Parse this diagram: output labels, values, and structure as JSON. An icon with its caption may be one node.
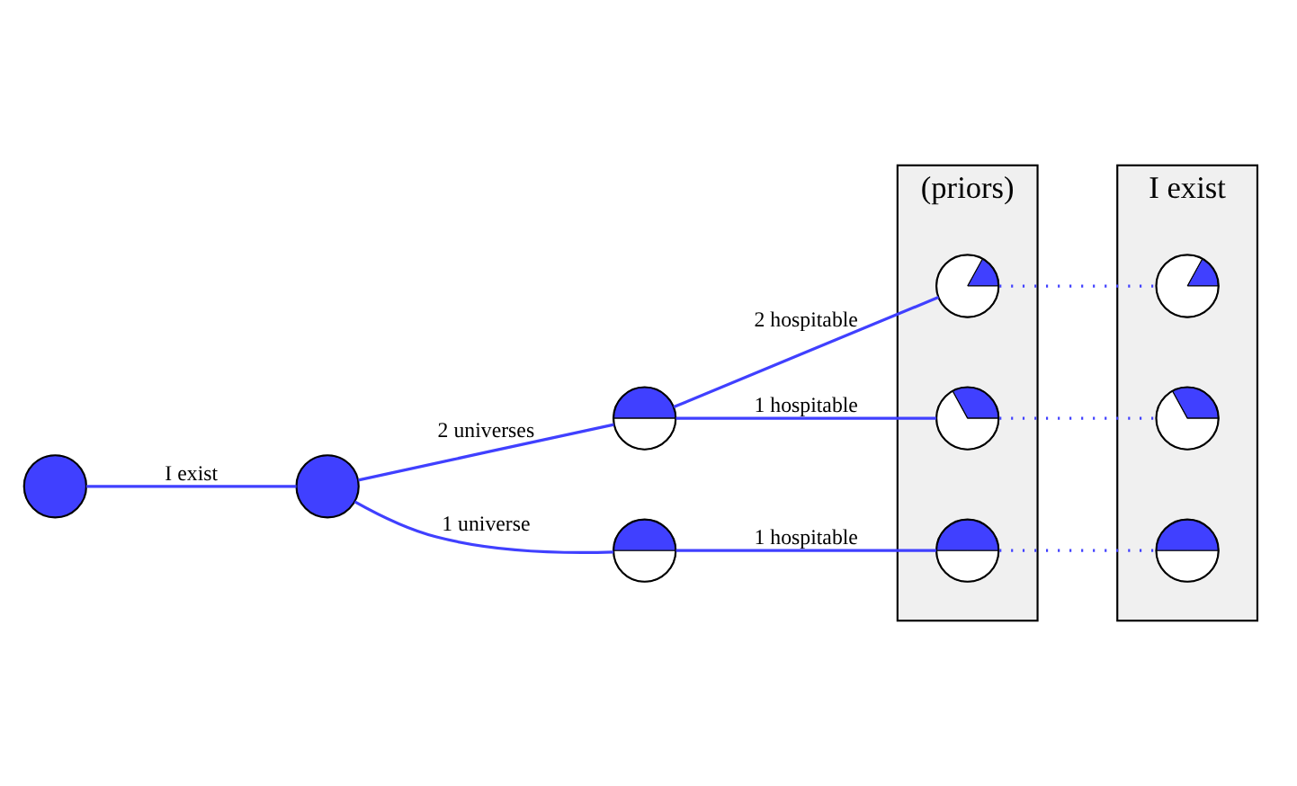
{
  "diagram": {
    "nodes": [
      {
        "text": [
          "(priors)"
        ]
      },
      {
        "text": [
          "I exist"
        ]
      },
      {
        "text": [],
        "shape": "circle"
      },
      {
        "text": [],
        "shape": "circle"
      },
      {
        "text": [],
        "shape": "circle"
      },
      {
        "text": [],
        "shape": "circle"
      },
      {
        "text": [],
        "shape": "circle",
        "in": 0
      },
      {
        "text": [],
        "shape": "circle",
        "in": 0
      },
      {
        "text": [],
        "shape": "circle",
        "in": 0
      },
      {
        "text": [],
        "shape": "circle",
        "in": 1
      },
      {
        "text": [],
        "shape": "circle",
        "in": 1
      },
      {
        "text": [],
        "shape": "circle",
        "in": 1
      }
    ],
    "edges": [
      {
        "from": 2,
        "to": 3,
        "arrow": "none",
        "label": "I exist"
      },
      {
        "from": 3,
        "to": 4,
        "arrow": "none",
        "label": "2 universes"
      },
      {
        "from": 3,
        "to": 5,
        "arrow": "none",
        "label": "1 universe"
      },
      {
        "from": 4,
        "to": 6,
        "arrow": "none",
        "label": "2 hospitable"
      },
      {
        "from": 4,
        "to": 7,
        "arrow": "none",
        "label": "1 hospitable"
      },
      {
        "from": 5,
        "to": 8,
        "arrow": "none",
        "label": "1 hospitable"
      },
      {
        "from": 6,
        "to": 9,
        "arrow": "none",
        "style": "dashed"
      },
      {
        "from": 7,
        "to": 10,
        "arrow": "none",
        "style": "dashed"
      },
      {
        "from": 8,
        "to": 11,
        "arrow": "none",
        "style": "dashed"
      }
    ]
  }
}
